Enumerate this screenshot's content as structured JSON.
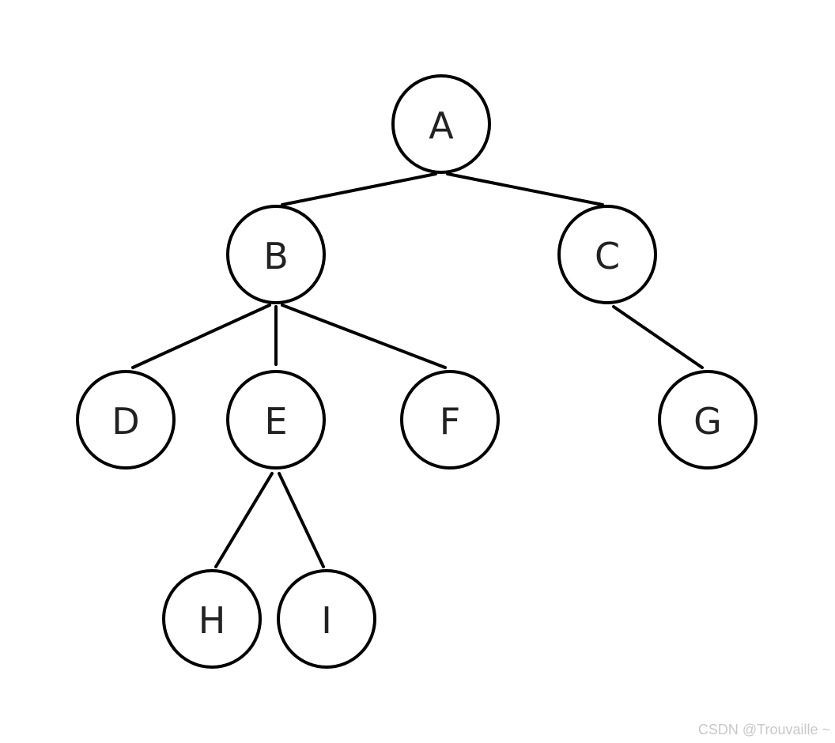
{
  "tree": {
    "nodes": [
      {
        "id": "A",
        "label": "A"
      },
      {
        "id": "B",
        "label": "B"
      },
      {
        "id": "C",
        "label": "C"
      },
      {
        "id": "D",
        "label": "D"
      },
      {
        "id": "E",
        "label": "E"
      },
      {
        "id": "F",
        "label": "F"
      },
      {
        "id": "G",
        "label": "G"
      },
      {
        "id": "H",
        "label": "H"
      },
      {
        "id": "I",
        "label": "I"
      }
    ],
    "edges": [
      {
        "from": "A",
        "to": "B"
      },
      {
        "from": "A",
        "to": "C"
      },
      {
        "from": "B",
        "to": "D"
      },
      {
        "from": "B",
        "to": "E"
      },
      {
        "from": "B",
        "to": "F"
      },
      {
        "from": "C",
        "to": "G"
      },
      {
        "from": "E",
        "to": "H"
      },
      {
        "from": "E",
        "to": "I"
      }
    ]
  },
  "watermark": {
    "text": "CSDN @Trouvaille ~"
  }
}
